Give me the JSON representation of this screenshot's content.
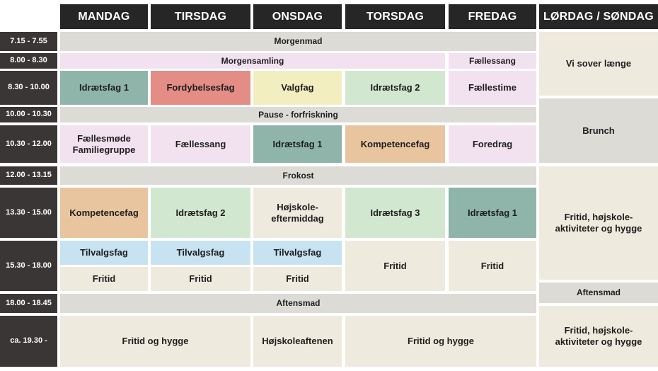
{
  "days": {
    "mon": "MANDAG",
    "tue": "TIRSDAG",
    "wed": "ONSDAG",
    "thu": "TORSDAG",
    "fri": "FREDAG",
    "weekend": "LØRDAG / SØNDAG"
  },
  "times": {
    "t1": "7.15 - 7.55",
    "t2": "8.00 - 8.30",
    "t3": "8.30 - 10.00",
    "t4": "10.00 - 10.30",
    "t5": "10.30 - 12.00",
    "t6": "12.00 - 13.15",
    "t7": "13.30 - 15.00",
    "t8": "15.30 - 18.00",
    "t9": "18.00 - 18.45",
    "t10": "ca. 19.30 -"
  },
  "events": {
    "morgenmad": "Morgenmad",
    "morgensamling": "Morgensamling",
    "fri_faellessang_am": "Fællessang",
    "mon_idraet1": "Idrætsfag 1",
    "tue_fordybelse": "Fordybelsesfag",
    "wed_valgfag": "Valgfag",
    "thu_idraet2": "Idrætsfag 2",
    "fri_faellestime": "Fællestime",
    "pause": "Pause - forfriskning",
    "mon_faellesmode": "Fællesmøde Familiegruppe",
    "tue_faellessang": "Fællessang",
    "wed_idraet1": "Idrætsfag 1",
    "thu_kompetence": "Kompetencefag",
    "fri_foredrag": "Foredrag",
    "frokost": "Frokost",
    "mon_kompetence": "Kompetencefag",
    "tue_idraet2": "Idrætsfag 2",
    "wed_hojskole_eftermiddag": "Højskole-eftermiddag",
    "thu_idraet3": "Idrætsfag 3",
    "fri_idraet1": "Idrætsfag 1",
    "mon_tilvalg": "Tilvalgsfag",
    "tue_tilvalg": "Tilvalgsfag",
    "wed_tilvalg": "Tilvalgsfag",
    "mon_fritid": "Fritid",
    "tue_fritid": "Fritid",
    "wed_fritid": "Fritid",
    "thu_fritid": "Fritid",
    "fri_fritid": "Fritid",
    "aftensmad": "Aftensmad",
    "mon_tue_evening": "Fritid og hygge",
    "wed_evening": "Højskoleaftenen",
    "thu_fri_evening": "Fritid og hygge"
  },
  "weekend": {
    "sleep": "Vi sover længe",
    "brunch": "Brunch",
    "afternoon": "Fritid, højskole-aktiviteter og hygge",
    "aftensmad": "Aftensmad",
    "evening": "Fritid, højskole-aktiviteter og hygge"
  },
  "colors": {
    "header": "#262626",
    "time_column": "#3b3636",
    "common": "#dddbd6",
    "pink": "#f2e2ef",
    "teal": "#8fb5ab",
    "red": "#e48c86",
    "yellow": "#f3eec0",
    "green": "#d2e7cf",
    "orange": "#e9c59f",
    "beige": "#efeade",
    "blue": "#c7e3f1"
  }
}
